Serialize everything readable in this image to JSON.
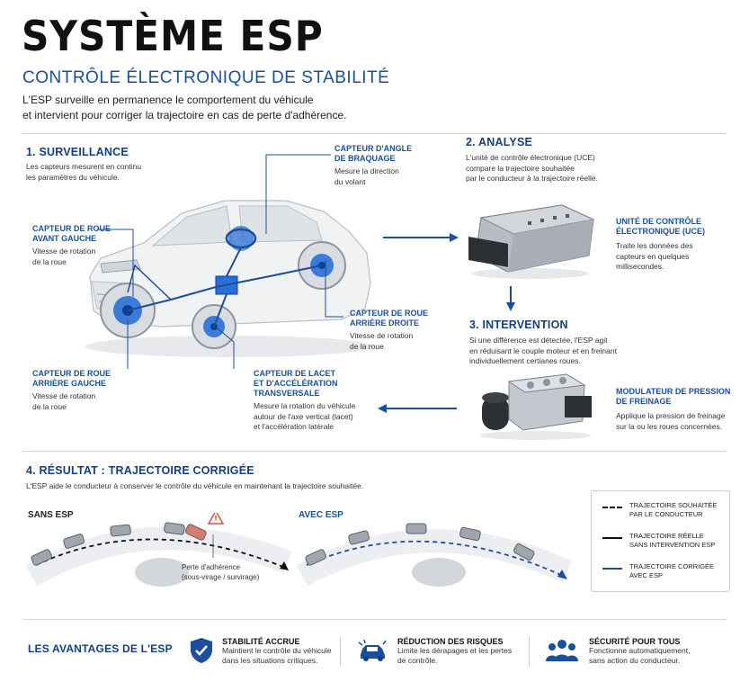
{
  "header": {
    "title": "SYSTÈME ESP",
    "subtitle": "CONTRÔLE ÉLECTRONIQUE DE STABILITÉ",
    "intro_line1": "L'ESP surveille en permanence le comportement du véhicule",
    "intro_line2": "et intervient pour corriger la trajectoire en cas de perte d'adhérence."
  },
  "surveillance": {
    "heading": "1. SURVEILLANCE",
    "text_line1": "Les capteurs mesurent en continu",
    "text_line2": "les paramètres du véhicule."
  },
  "sensors": {
    "steering": {
      "label1": "CAPTEUR D'ANGLE",
      "label2": "DE BRAQUAGE",
      "text1": "Mesure la direction",
      "text2": "du volant"
    },
    "front_left": {
      "label1": "CAPTEUR DE ROUE",
      "label2": "AVANT GAUCHE",
      "text1": "Vitesse de rotation",
      "text2": "de la roue"
    },
    "rear_right": {
      "label1": "CAPTEUR DE ROUE",
      "label2": "ARRIÈRE DROITE",
      "text1": "Vitesse de rotation",
      "text2": "de la roue"
    },
    "rear_left": {
      "label1": "CAPTEUR DE ROUE",
      "label2": "ARRIÈRE GAUCHE",
      "text1": "Vitesse de rotation",
      "text2": "de la roue"
    },
    "yaw": {
      "label1": "CAPTEUR DE LACET",
      "label2": "ET D'ACCÉLÉRATION",
      "label3": "TRANSVERSALE",
      "text1": "Mesure la rotation du véhicule",
      "text2": "autour de l'axe vertical (lacet)",
      "text3": "et l'accélération latérale"
    }
  },
  "analyse": {
    "heading": "2. ANALYSE",
    "text1": "L'unité de contrôle électronique (UCE)",
    "text2": "compare la trajectoire souhaitée",
    "text3": "par le conducteur à la trajectoire réelle."
  },
  "ecu": {
    "label1": "UNITÉ DE CONTRÔLE",
    "label2": "ÉLECTRONIQUE (UCE)",
    "text1": "Traite les données des",
    "text2": "capteurs en quelques",
    "text3": "millisecondes."
  },
  "intervention": {
    "heading": "3. INTERVENTION",
    "text1": "Si une différence est détectée, l'ESP agit",
    "text2": "en réduisant le couple moteur et en freinant",
    "text3": "individuellement certianes roues."
  },
  "modulator": {
    "label1": "MODULATEUR DE PRESSION",
    "label2": "DE FREINAGE",
    "text1": "Applique la pression de freinage",
    "text2": "sur la ou les roues concernées."
  },
  "result": {
    "heading": "4. RÉSULTAT : TRAJECTOIRE CORRIGÉE",
    "text": "L'ESP aide le conducteur à conserver le contrôle du véhicule en maintenant la trajectoire souhaitée.",
    "without_label": "SANS ESP",
    "with_label": "AVEC ESP",
    "loss_line1": "Perte d'adhérence",
    "loss_line2": "(sous-virage / survirage)"
  },
  "legend": {
    "item1_line1": "TRAJECTOIRE SOUHAITÉE",
    "item1_line2": "PAR LE CONDUCTEUR",
    "item2_line1": "TRAJECTOIRE RÉELLE",
    "item2_line2": "SANS INTERVENTION ESP",
    "item3_line1": "TRAJECTOIRE CORRIGÉE",
    "item3_line2": "AVEC ESP"
  },
  "advantages": {
    "heading": "LES AVANTAGES DE L'ESP",
    "items": [
      {
        "title": "STABILITÉ ACCRUE",
        "text1": "Maintient le contrôle du véhicule",
        "text2": "dans les situations critiques."
      },
      {
        "title": "RÉDUCTION DES RISQUES",
        "text1": "Limite les dérapages et les pertes",
        "text2": "de contrôle."
      },
      {
        "title": "SÉCURITÉ POUR TOUS",
        "text1": "Fonctionne automatiquement,",
        "text2": "sans action du conducteur."
      }
    ]
  },
  "colors": {
    "accent": "#1b4f9c",
    "dark_blue": "#173e80",
    "sensor_blue": "#2a6fd8",
    "text": "#222222"
  }
}
